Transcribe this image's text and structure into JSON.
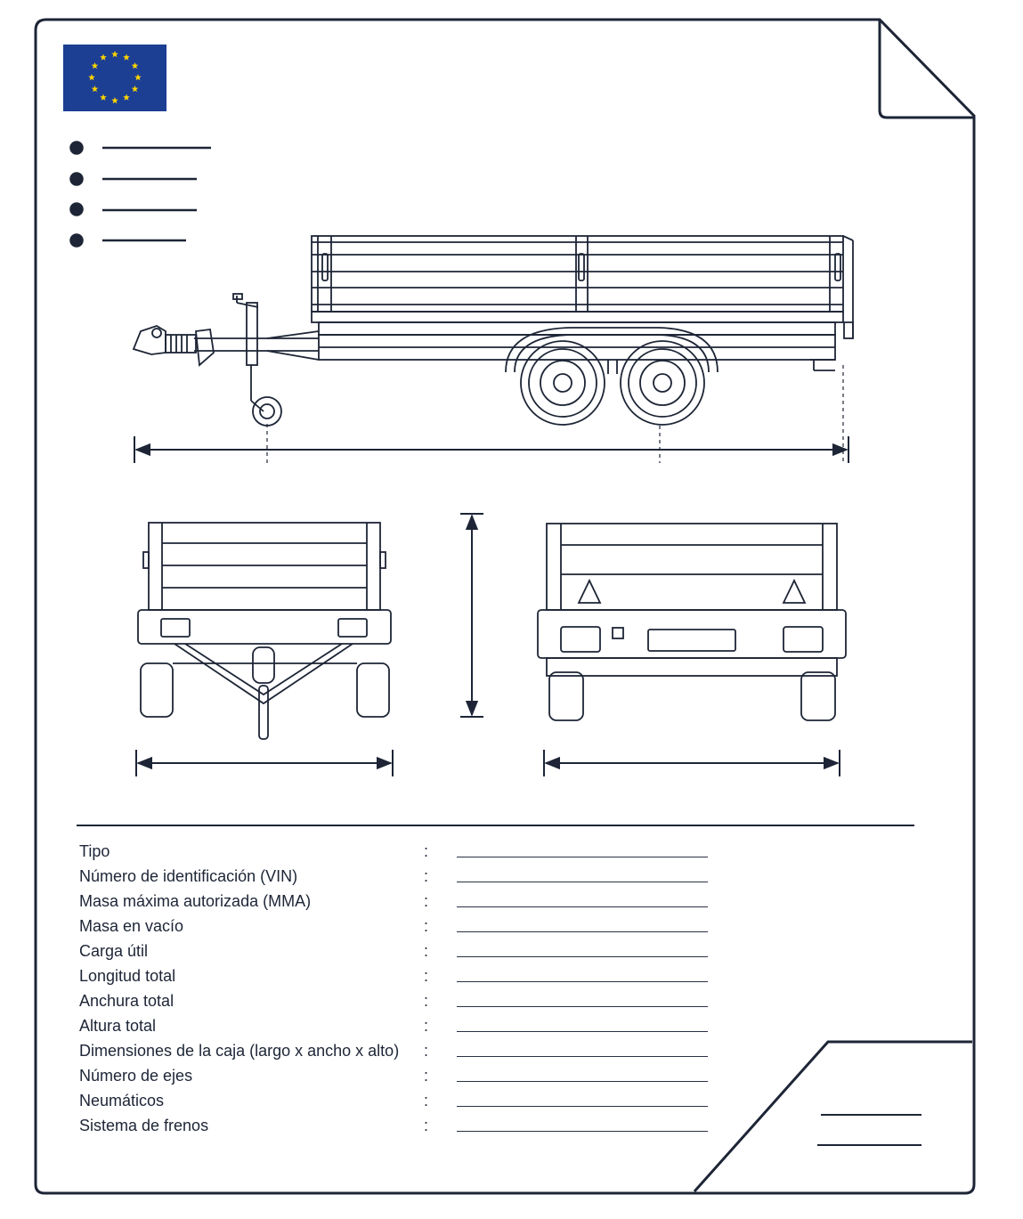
{
  "document": {
    "flag": {
      "name": "eu-flag",
      "background": "#1c3f94",
      "stars": "#ffd400"
    },
    "ink_color": "#1d2536"
  },
  "specs": [
    {
      "label": "Tipo",
      "value": ""
    },
    {
      "label": "Número de identificación (VIN)",
      "value": ""
    },
    {
      "label": "Masa máxima autorizada (MMA)",
      "value": ""
    },
    {
      "label": "Masa en vacío",
      "value": ""
    },
    {
      "label": "Carga útil",
      "value": ""
    },
    {
      "label": "Longitud total",
      "value": ""
    },
    {
      "label": "Anchura total",
      "value": ""
    },
    {
      "label": "Altura total",
      "value": ""
    },
    {
      "label": "Dimensiones de la caja (largo x ancho x alto)",
      "value": ""
    },
    {
      "label": "Número de ejes",
      "value": ""
    },
    {
      "label": "Neumáticos",
      "value": ""
    },
    {
      "label": "Sistema de frenos",
      "value": ""
    }
  ],
  "separator": ":"
}
